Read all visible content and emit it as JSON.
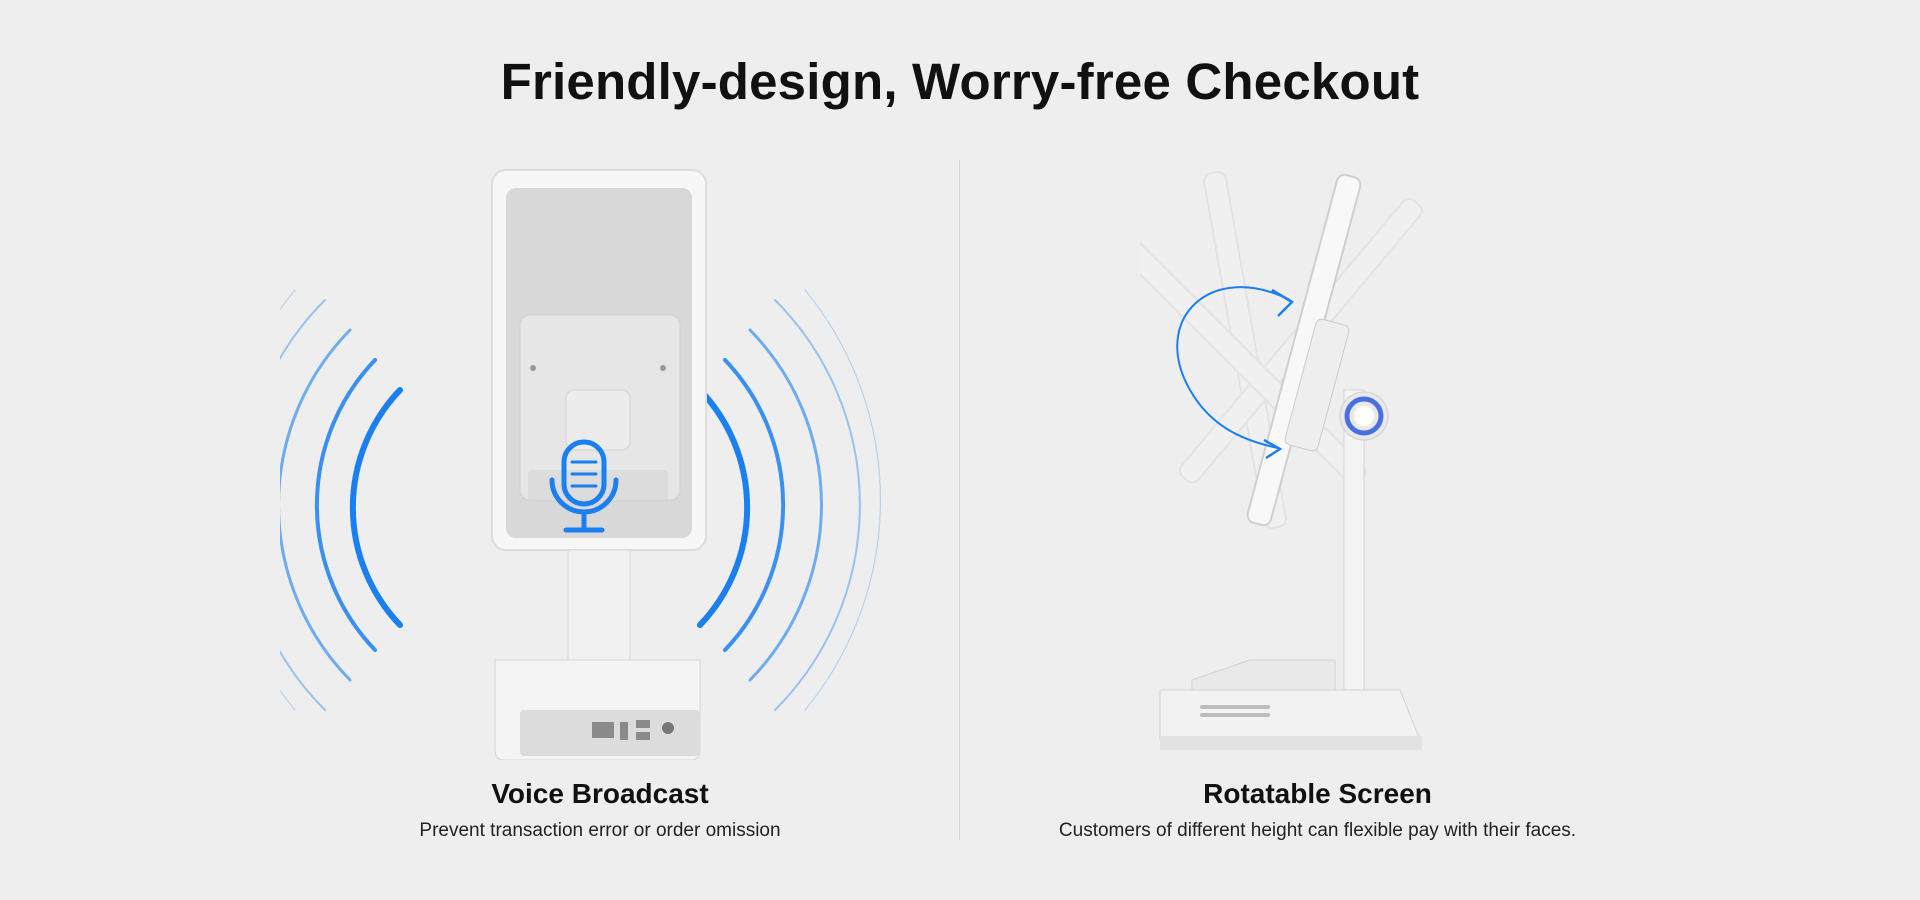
{
  "headline": "Friendly-design, Worry-free Checkout",
  "features": [
    {
      "title": "Voice Broadcast",
      "description": "Prevent transaction error or order omission",
      "icon": "microphone-icon"
    },
    {
      "title": "Rotatable Screen",
      "description": "Customers of different height can flexible pay with their faces.",
      "icon": "rotate-arrow-icon"
    }
  ],
  "colors": {
    "background": "#eeeeee",
    "accent": "#1a7ff0",
    "device": "#f6f6f6",
    "text": "#111111"
  }
}
